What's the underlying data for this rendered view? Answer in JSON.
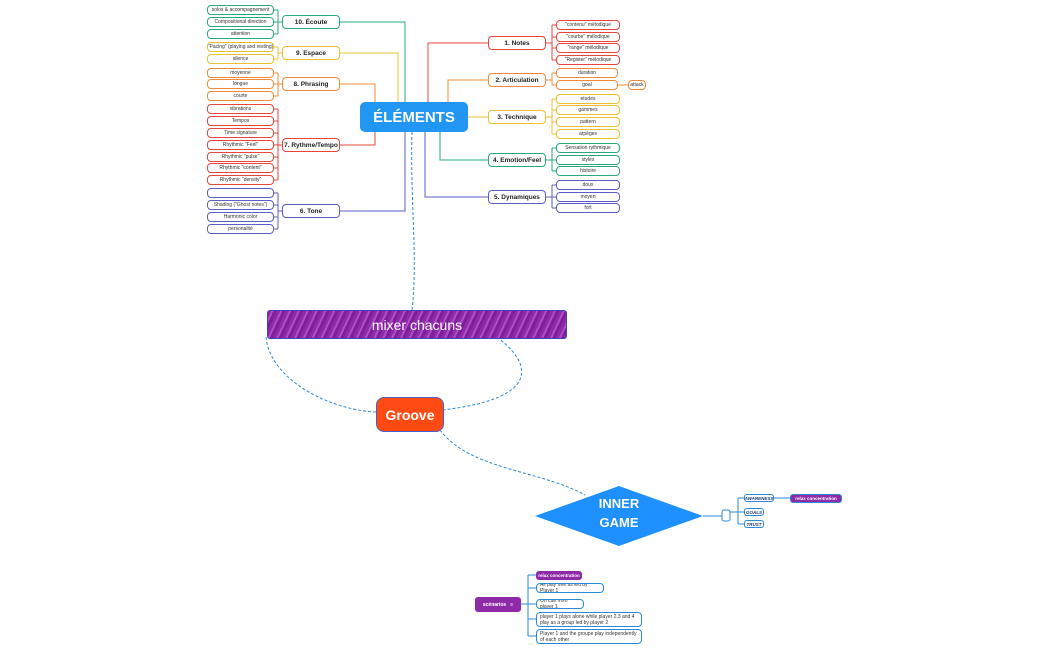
{
  "central": "ÉLÉMENTS",
  "colors": {
    "teal": "#2aa87e",
    "yellow": "#e9c12f",
    "orange": "#f08a3a",
    "red": "#e8453c",
    "purple": "#5b5fc7",
    "blue": "#2a8ad8",
    "central": "#2196f3",
    "mixer": "#8e2aa8",
    "groove": "#ff4a12"
  },
  "right_topics": [
    {
      "label": "1. Notes",
      "children": [
        "\"contenu\" mélodique",
        "\"courbe\" mélodique",
        "\"range\" mélodique",
        "\"Register\" mélodique"
      ]
    },
    {
      "label": "2. Articulation",
      "children": [
        "duration",
        "goal"
      ],
      "extra": "attack"
    },
    {
      "label": "3. Technique",
      "children": [
        "etudes",
        "gammes",
        "pattern",
        "arpèges"
      ]
    },
    {
      "label": "4. Emotion/Feel",
      "children": [
        "Sensation rythmique",
        "styles",
        "histoire"
      ]
    },
    {
      "label": "5. Dynamiques",
      "children": [
        "doux",
        "moyen",
        "fort"
      ]
    }
  ],
  "left_topics": [
    {
      "label": "10. Écoute",
      "children": [
        "solos & accompagnement",
        "Compositional direction",
        "attention"
      ]
    },
    {
      "label": "9. Espace",
      "children": [
        "\"Pacing\" (playing and resting)",
        "silence"
      ]
    },
    {
      "label": "8. Phrasing",
      "children": [
        "moyenne",
        "longue",
        "courte"
      ]
    },
    {
      "label": "7. Rythme/Tempo",
      "children": [
        "vibrations",
        "Tempos",
        "Time signature",
        "Rhythmic \"Feel\"",
        "Rhythmic \"pulse\"",
        "Rhythmic \"content\"",
        "Rhythmic \"density\""
      ]
    },
    {
      "label": "6. Tone",
      "children": [
        "",
        "Shading (\"Ghost notes\")",
        "Harmonic color",
        "personalité"
      ]
    }
  ],
  "mixer": "mixer chacuns",
  "groove": "Groove",
  "inner_game": {
    "line1": "INNER",
    "line2": "GAME",
    "children": [
      "AWARENESS",
      "GOALS",
      "TRUST"
    ],
    "awareness_child": "relax concentration"
  },
  "scenarios": {
    "label": "scénarios",
    "items": [
      "relax concentration",
      "All play free as led by Player 1",
      "On cue from player 1",
      "player 1 plays alone while player 2,3 and 4 play as a group led by player 2",
      "Player 1 and the groupe play independently of each other"
    ]
  }
}
